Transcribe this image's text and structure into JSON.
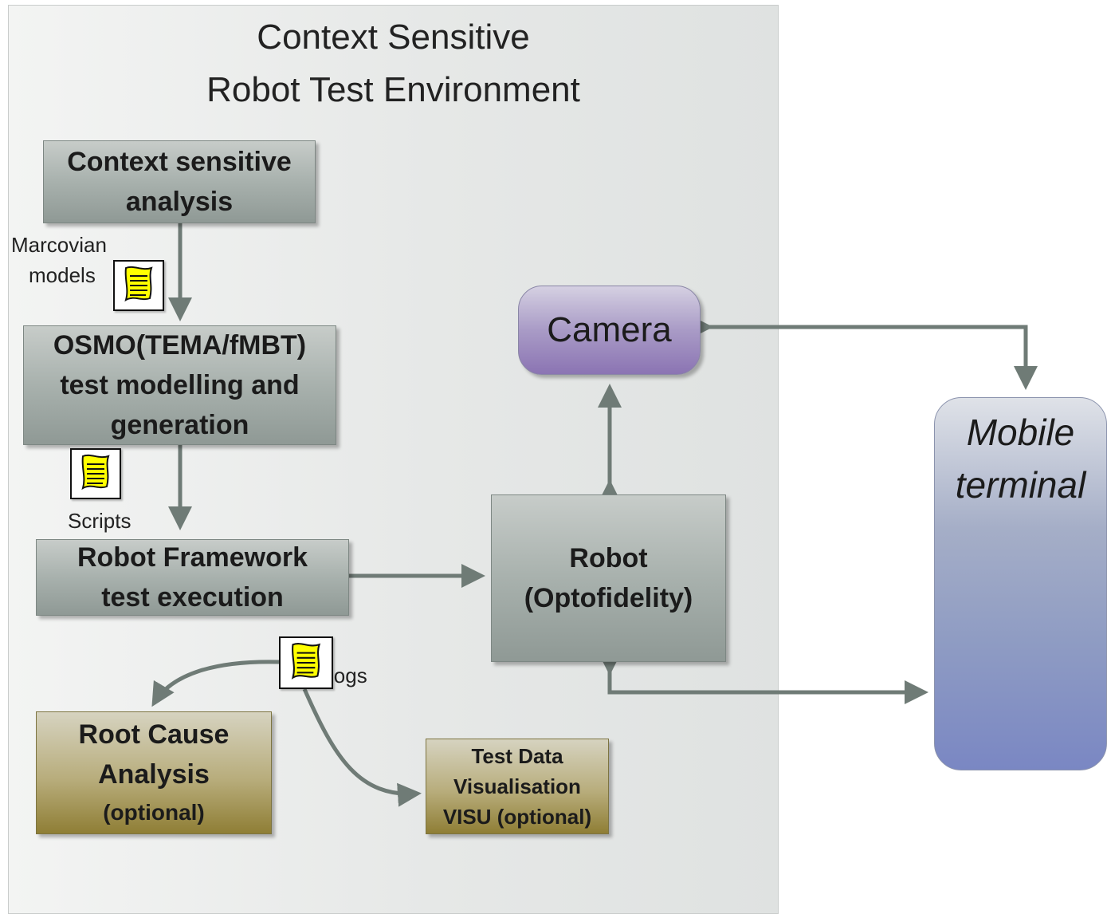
{
  "environment": {
    "title_line1": "Context Sensitive",
    "title_line2": "Robot Test Environment"
  },
  "boxes": {
    "context_analysis": {
      "line1": "Context sensitive",
      "line2": "analysis"
    },
    "osmo": {
      "line1": "OSMO(TEMA/fMBT)",
      "line2": "test modelling and",
      "line3": "generation"
    },
    "robot_framework": {
      "line1": "Robot Framework",
      "line2": "test execution"
    },
    "root_cause": {
      "line1": "Root Cause",
      "line2": "Analysis",
      "line3": "(optional)"
    },
    "test_data": {
      "line1": "Test Data",
      "line2": "Visualisation",
      "line3": "VISU (optional)"
    },
    "camera": {
      "label": "Camera"
    },
    "robot": {
      "line1": "Robot",
      "line2": "(Optofidelity)"
    },
    "mobile": {
      "line1": "Mobile",
      "line2": "terminal"
    }
  },
  "labels": {
    "marcovian_line1": "Marcovian",
    "marcovian_line2": "models",
    "scripts": "Scripts",
    "logs": "logs"
  },
  "icons": [
    "document-icon",
    "document-icon",
    "document-icon"
  ],
  "colors": {
    "arrow": "#6f7b76",
    "document_fill": "#ffff00"
  }
}
